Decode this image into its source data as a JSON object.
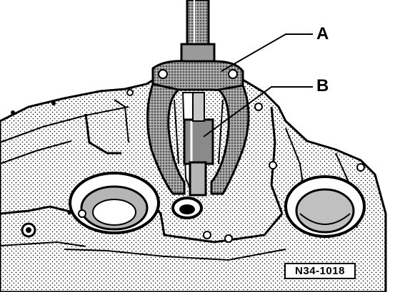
{
  "callouts": {
    "a": "A",
    "b": "B"
  },
  "reference_code": "N34-1018",
  "colors": {
    "ink": "#000000",
    "paper": "#ffffff",
    "shade": "#8a8a8a",
    "light_shade": "#c8c8c8"
  }
}
